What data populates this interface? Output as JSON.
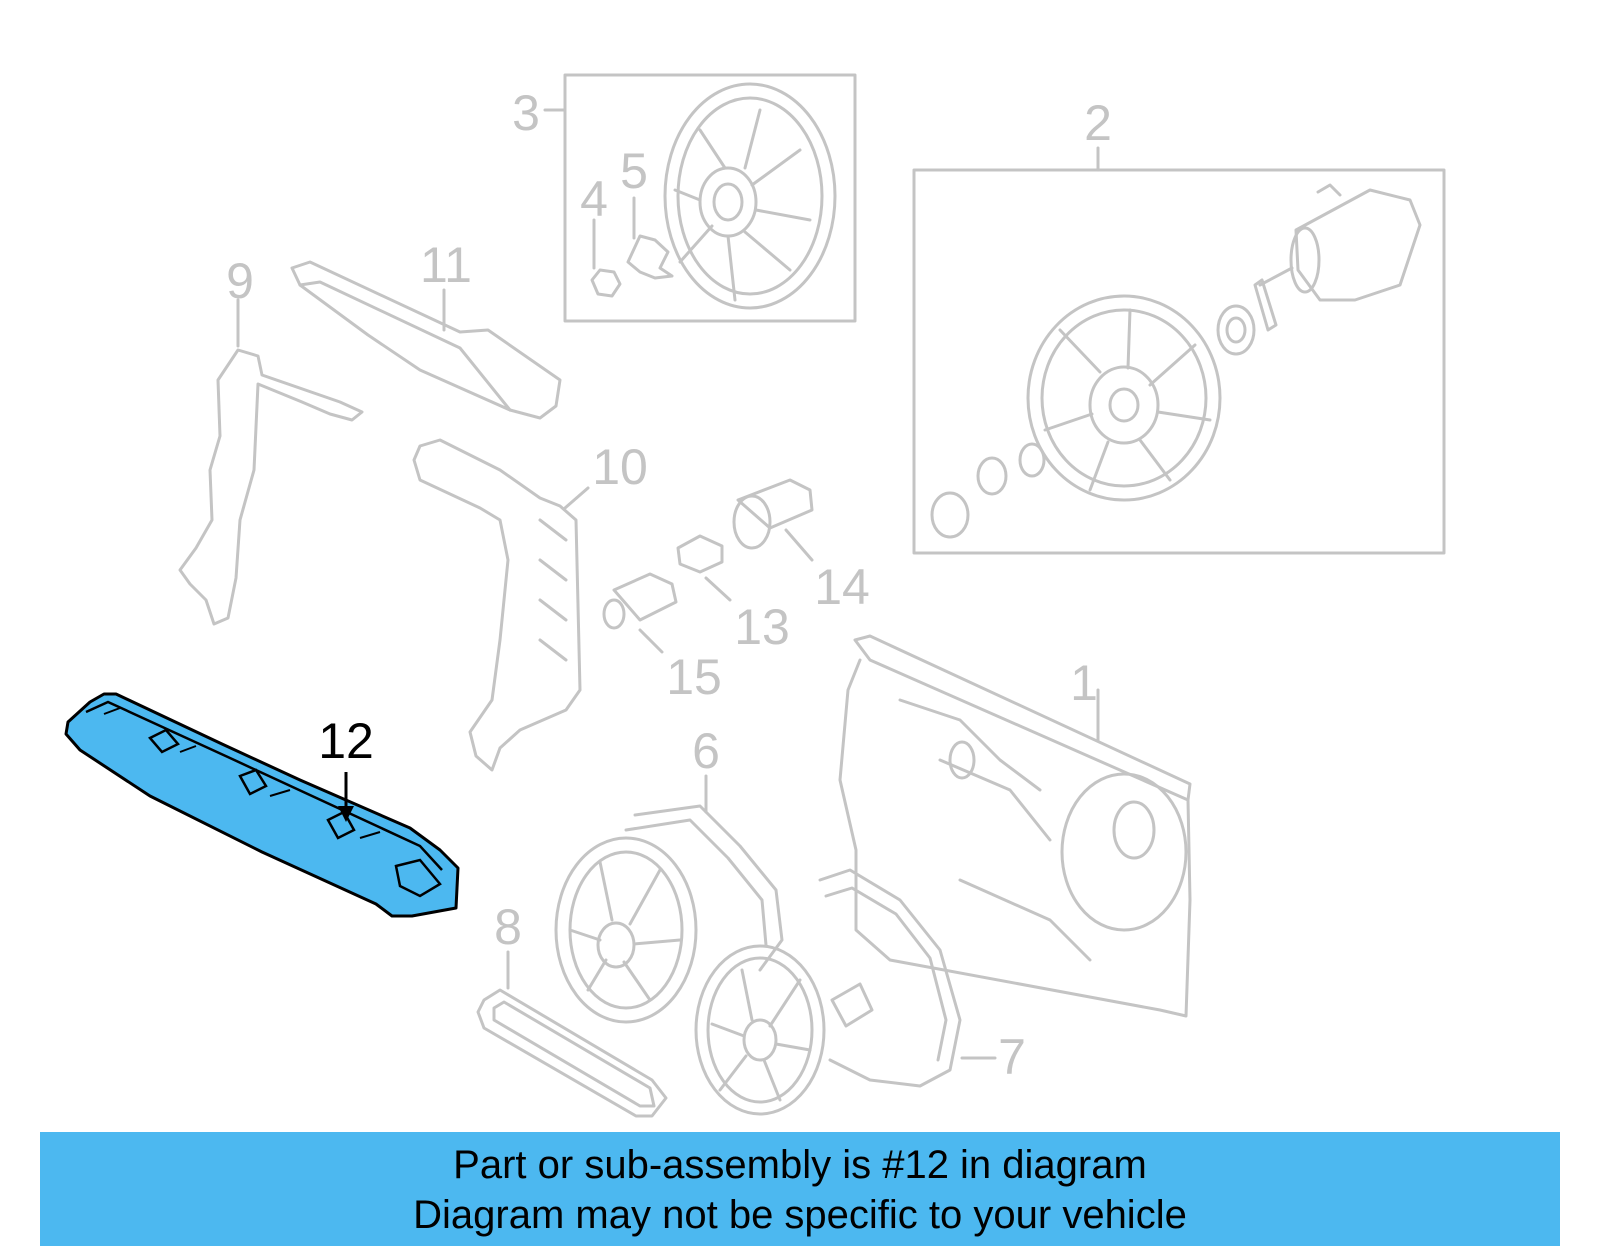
{
  "callouts": {
    "c1": "1",
    "c2": "2",
    "c3": "3",
    "c4": "4",
    "c5": "5",
    "c6": "6",
    "c7": "7",
    "c8": "8",
    "c9": "9",
    "c10": "10",
    "c11": "11",
    "c12": "12",
    "c13": "13",
    "c14": "14",
    "c15": "15"
  },
  "highlight": {
    "part": "12",
    "color": "#4cb8f0"
  },
  "caption": {
    "line1": "Part or sub-assembly is #12 in diagram",
    "line2": "Diagram may not be specific to your vehicle"
  }
}
